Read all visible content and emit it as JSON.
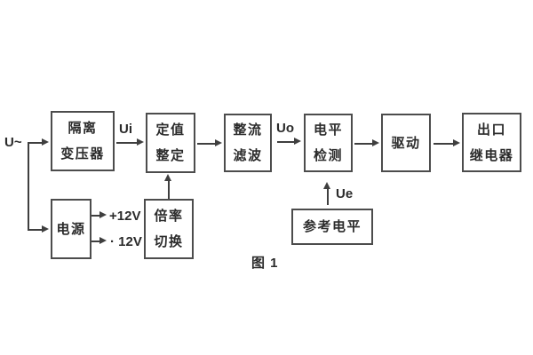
{
  "figure": {
    "caption": "图 1"
  },
  "colors": {
    "background": "#ffffff",
    "line": "#3f3f3f",
    "box_border": "#4c4c4c",
    "text": "#2b2b2b"
  },
  "labels": {
    "input_voltage": "U~",
    "ui": "Ui",
    "uo": "Uo",
    "ue": "Ue",
    "plus_12v": "+12V",
    "minus_12v": "· 12V"
  },
  "boxes": {
    "isolation_transformer": {
      "line1": "隔离",
      "line2": "变压器"
    },
    "setting_adjust": {
      "line1": "定值",
      "line2": "整定"
    },
    "rectifier_filter": {
      "line1": "整流",
      "line2": "滤波"
    },
    "level_detection": {
      "line1": "电平",
      "line2": "检测"
    },
    "driver": {
      "line1": "驱动"
    },
    "output_relay": {
      "line1": "出口",
      "line2": "继电器"
    },
    "power_supply": {
      "line1": "电源"
    },
    "ratio_switch": {
      "line1": "倍率",
      "line2": "切换"
    },
    "reference_level": {
      "line1": "参考电平"
    }
  }
}
